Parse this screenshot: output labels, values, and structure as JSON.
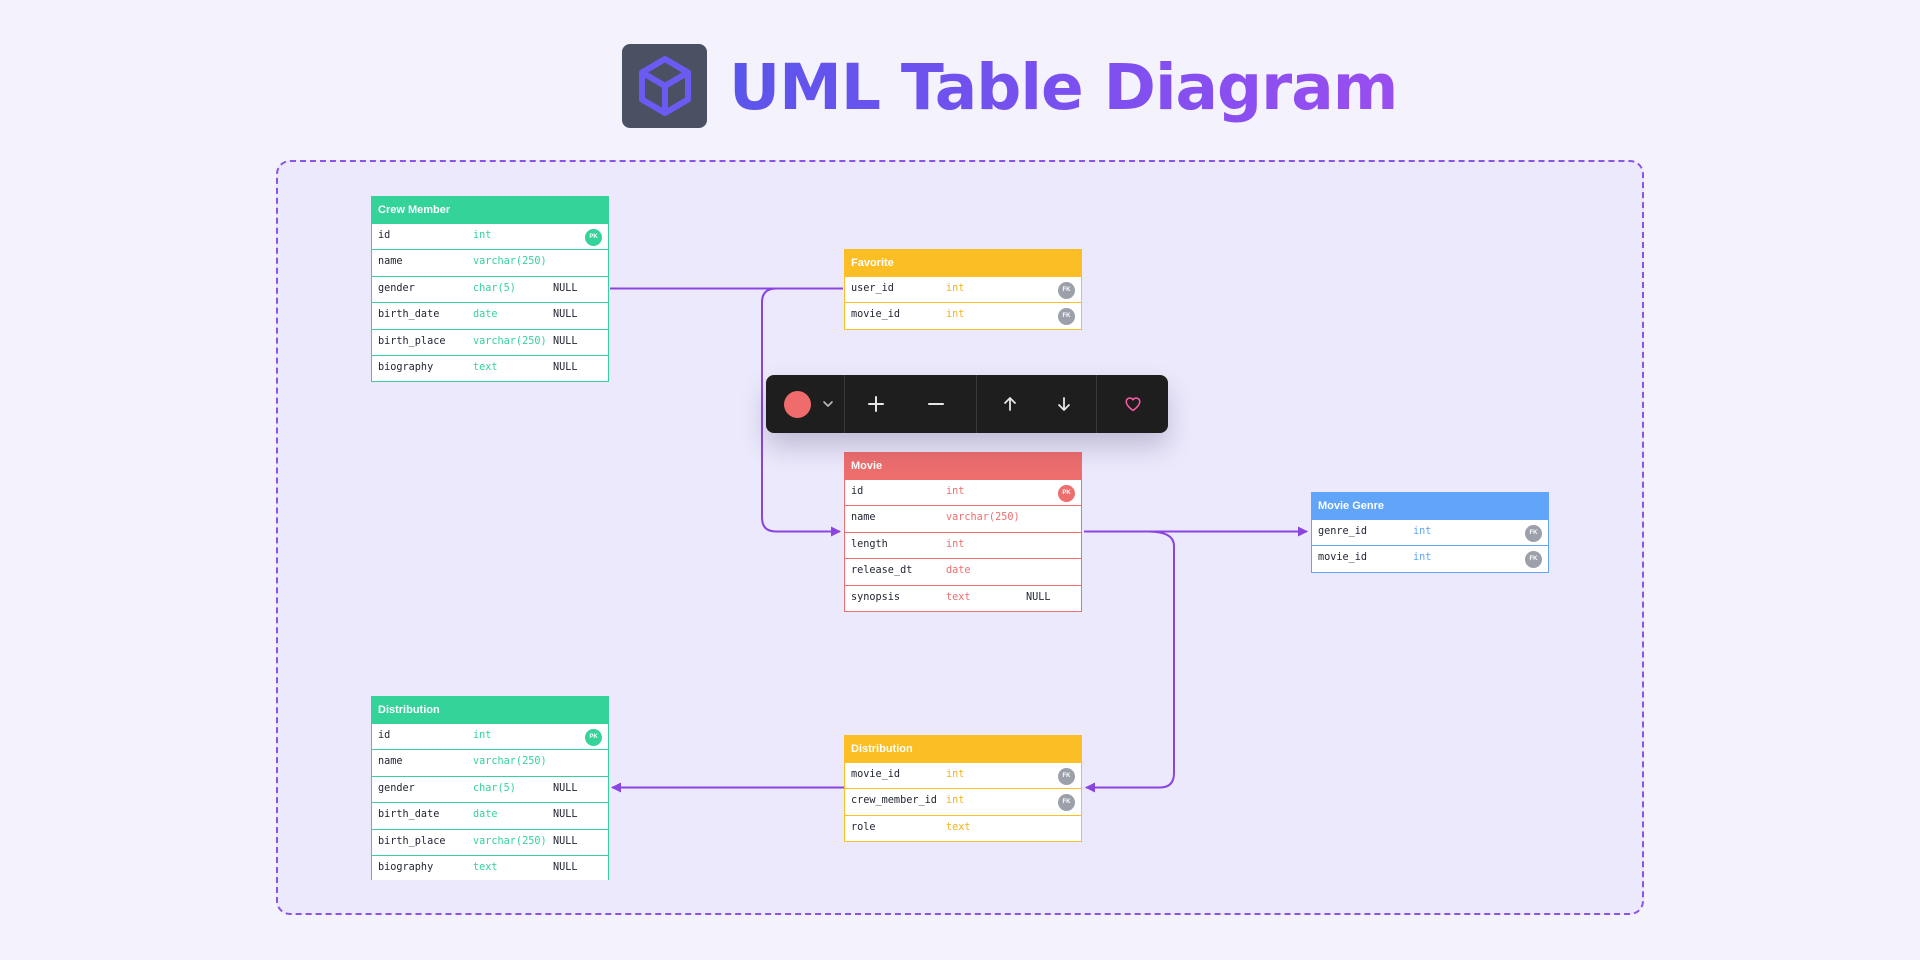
{
  "title": "UML Table Diagram",
  "colors": {
    "accent": "#8a55e6",
    "green": "#34d39a",
    "yellow": "#fbbf25",
    "red": "#ee6e6e",
    "blue": "#60a5fa",
    "fk_badge": "#9ca0ab",
    "toolbar_bg": "#1e1e1e",
    "selected_color": "#f06b6b"
  },
  "toolbar": {
    "color_icon": "color-swatch",
    "dropdown_icon": "chevron-down-icon",
    "add_icon": "plus-icon",
    "remove_icon": "minus-icon",
    "up_icon": "arrow-up-icon",
    "down_icon": "arrow-down-icon",
    "favorite_icon": "heart-icon"
  },
  "tables": {
    "crew_member": {
      "title": "Crew Member",
      "rows": [
        {
          "name": "id",
          "type": "int",
          "null": "",
          "key": "PK"
        },
        {
          "name": "name",
          "type": "varchar(250)",
          "null": "",
          "key": ""
        },
        {
          "name": "gender",
          "type": "char(5)",
          "null": "NULL",
          "key": ""
        },
        {
          "name": "birth_date",
          "type": "date",
          "null": "NULL",
          "key": ""
        },
        {
          "name": "birth_place",
          "type": "varchar(250)",
          "null": "NULL",
          "key": ""
        },
        {
          "name": "biography",
          "type": "text",
          "null": "NULL",
          "key": ""
        }
      ]
    },
    "favorite": {
      "title": "Favorite",
      "rows": [
        {
          "name": "user_id",
          "type": "int",
          "null": "",
          "key": "FK"
        },
        {
          "name": "movie_id",
          "type": "int",
          "null": "",
          "key": "FK"
        }
      ]
    },
    "movie": {
      "title": "Movie",
      "rows": [
        {
          "name": "id",
          "type": "int",
          "null": "",
          "key": "PK"
        },
        {
          "name": "name",
          "type": "varchar(250)",
          "null": "",
          "key": ""
        },
        {
          "name": "length",
          "type": "int",
          "null": "",
          "key": ""
        },
        {
          "name": "release_dt",
          "type": "date",
          "null": "",
          "key": ""
        },
        {
          "name": "synopsis",
          "type": "text",
          "null": "NULL",
          "key": ""
        }
      ]
    },
    "movie_genre": {
      "title": "Movie Genre",
      "rows": [
        {
          "name": "genre_id",
          "type": "int",
          "null": "",
          "key": "FK"
        },
        {
          "name": "movie_id",
          "type": "int",
          "null": "",
          "key": "FK"
        }
      ]
    },
    "distribution_left": {
      "title": "Distribution",
      "rows": [
        {
          "name": "id",
          "type": "int",
          "null": "",
          "key": "PK"
        },
        {
          "name": "name",
          "type": "varchar(250)",
          "null": "",
          "key": ""
        },
        {
          "name": "gender",
          "type": "char(5)",
          "null": "NULL",
          "key": ""
        },
        {
          "name": "birth_date",
          "type": "date",
          "null": "NULL",
          "key": ""
        },
        {
          "name": "birth_place",
          "type": "varchar(250)",
          "null": "NULL",
          "key": ""
        },
        {
          "name": "biography",
          "type": "text",
          "null": "NULL",
          "key": ""
        }
      ]
    },
    "distribution": {
      "title": "Distribution",
      "rows": [
        {
          "name": "movie_id",
          "type": "int",
          "null": "",
          "key": "FK"
        },
        {
          "name": "crew_member_id",
          "type": "int",
          "null": "",
          "key": "FK"
        },
        {
          "name": "role",
          "type": "text",
          "null": "",
          "key": ""
        }
      ]
    }
  }
}
